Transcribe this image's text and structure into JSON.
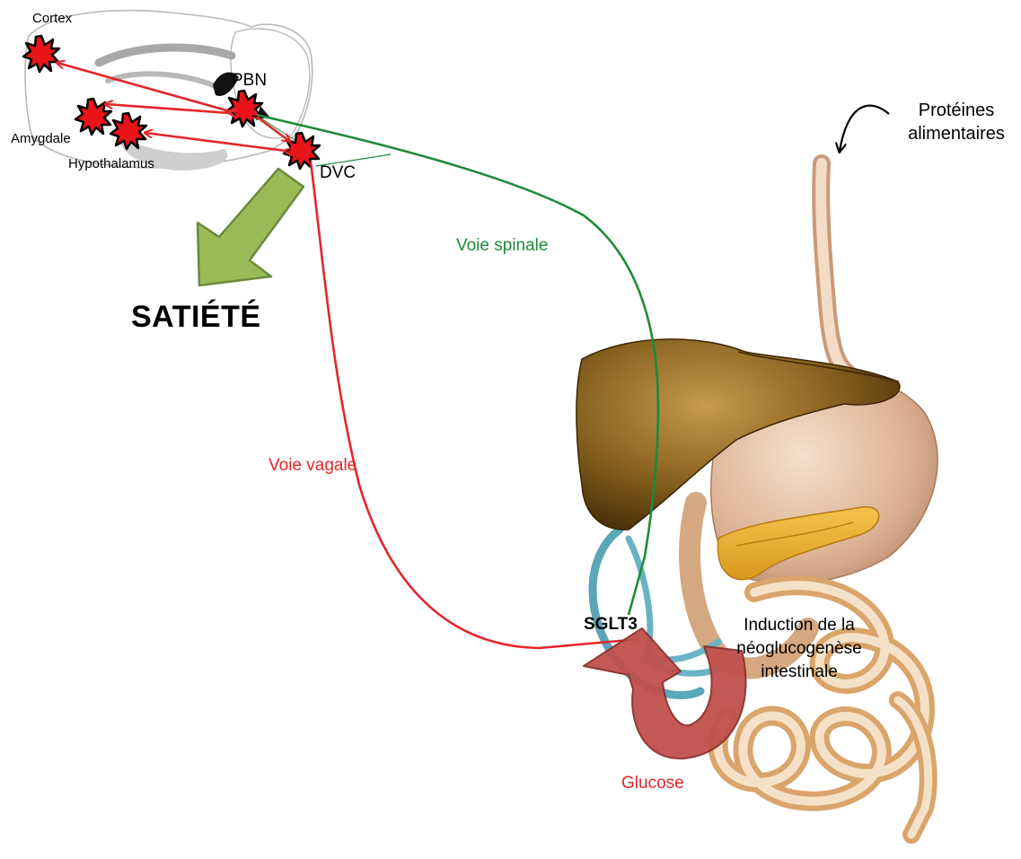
{
  "brain": {
    "regions": {
      "cortex": "Cortex",
      "amygdale": "Amygdale",
      "hypothalamus": "Hypothalamus",
      "pbn": "PBN",
      "dvc": "DVC"
    }
  },
  "outcome": {
    "label": "SATIÉTÉ"
  },
  "pathways": {
    "spinal": "Voie spinale",
    "vagal": "Voie vagale"
  },
  "gut": {
    "sglt3": "SGLT3",
    "induction_line1": "Induction de la",
    "induction_line2": "néoglucogenèse",
    "induction_line3": "intestinale",
    "glucose": "Glucose"
  },
  "input": {
    "line1": "Protéines",
    "line2": "alimentaires"
  },
  "colors": {
    "vagal": "#e3262b",
    "spinal": "#1f8a3a",
    "activation": "#e8141a",
    "satiety_arrow": "#9bbb59",
    "glucose_arrow": "#c0504d",
    "portal_vein": "#5ba6b8",
    "liver": "#8a6420",
    "intestine": "#d9a56b"
  }
}
